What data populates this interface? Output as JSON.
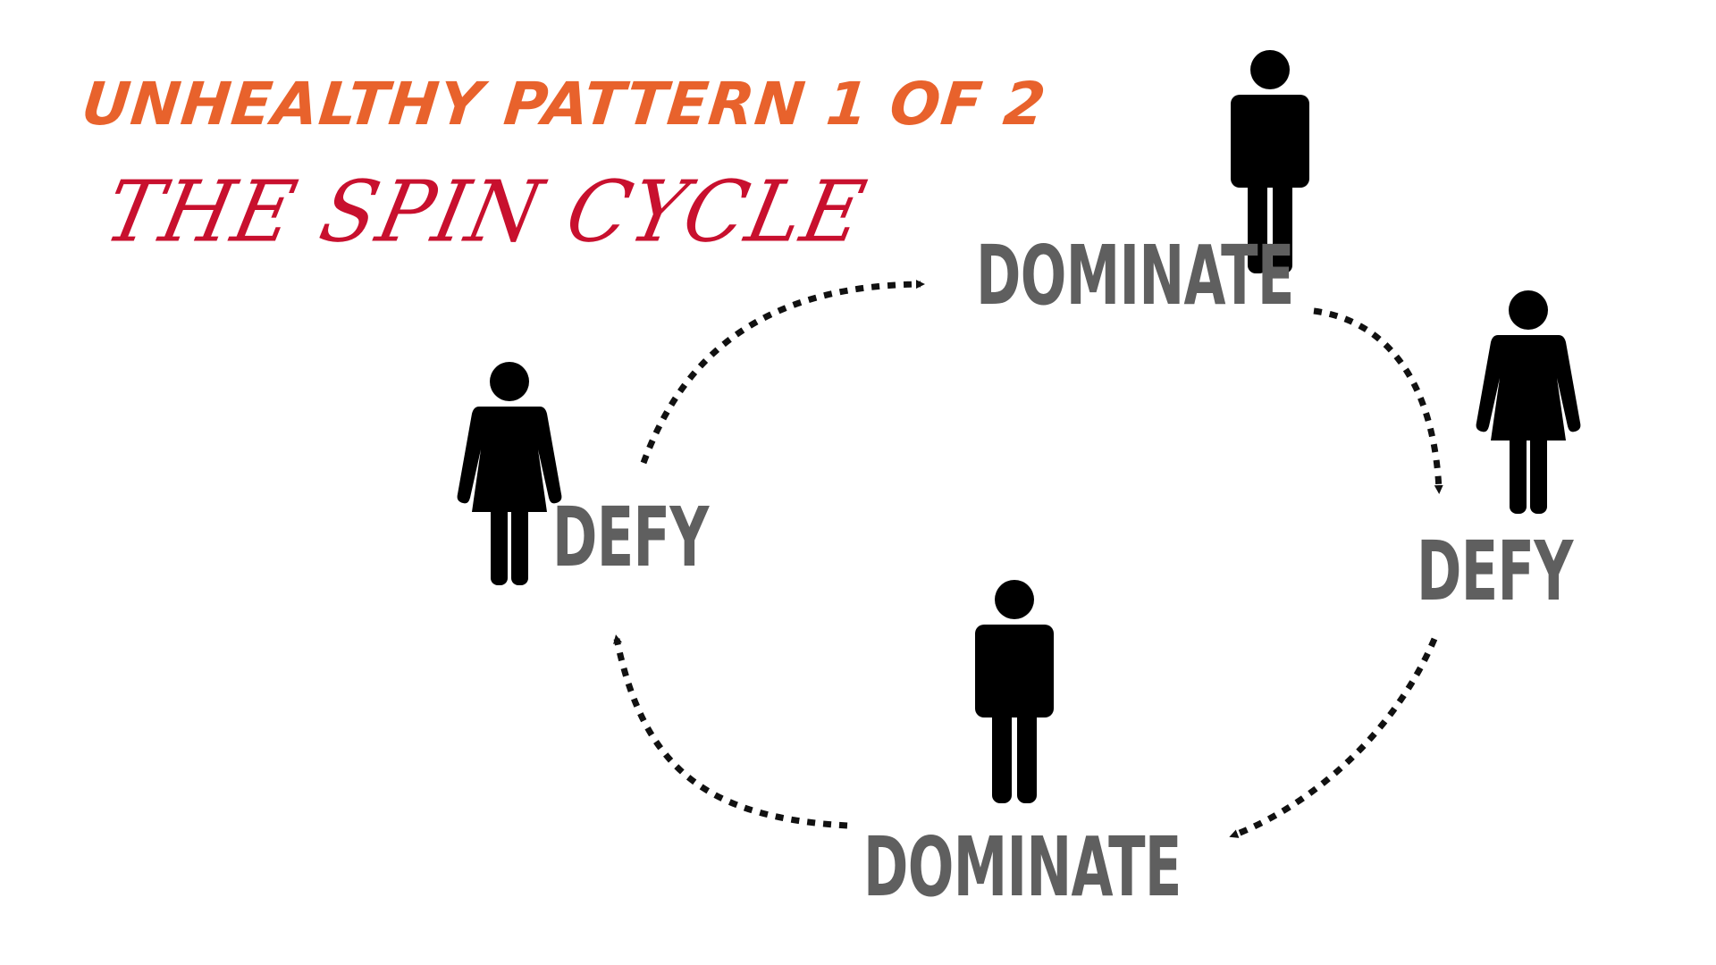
{
  "heading": {
    "title": "UNHEALTHY PATTERN 1 OF 2",
    "subtitle": "THE SPIN CYCLE"
  },
  "cycle": {
    "nodes": [
      {
        "label": "DOMINATE",
        "figure": "man-icon"
      },
      {
        "label": "DEFY",
        "figure": "woman-icon"
      },
      {
        "label": "DOMINATE",
        "figure": "man-icon"
      },
      {
        "label": "DEFY",
        "figure": "woman-icon"
      }
    ],
    "arrow_style": "dotted",
    "direction": "clockwise"
  },
  "colors": {
    "title": "#E8622C",
    "subtitle": "#C8102E",
    "label": "#5f5f5f",
    "figure": "#000000",
    "arrow": "#111111",
    "background": "#ffffff"
  }
}
